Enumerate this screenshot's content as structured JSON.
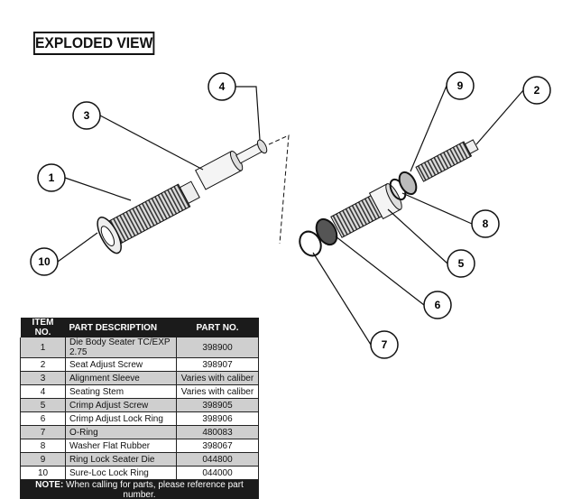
{
  "title": "EXPLODED VIEW",
  "callouts": [
    "1",
    "2",
    "3",
    "4",
    "5",
    "6",
    "7",
    "8",
    "9",
    "10"
  ],
  "table": {
    "headers": [
      "ITEM NO.",
      "PART DESCRIPTION",
      "PART NO."
    ],
    "rows": [
      [
        "1",
        "Die Body Seater TC/EXP 2.75",
        "398900"
      ],
      [
        "2",
        "Seat Adjust Screw",
        "398907"
      ],
      [
        "3",
        "Alignment Sleeve",
        "Varies with caliber"
      ],
      [
        "4",
        "Seating Stem",
        "Varies with caliber"
      ],
      [
        "5",
        "Crimp Adjust Screw",
        "398905"
      ],
      [
        "6",
        "Crimp Adjust Lock Ring",
        "398906"
      ],
      [
        "7",
        "O-Ring",
        "480083"
      ],
      [
        "8",
        "Washer Flat Rubber",
        "398067"
      ],
      [
        "9",
        "Ring Lock Seater Die",
        "044800"
      ],
      [
        "10",
        "Sure-Loc Lock Ring",
        "044000"
      ]
    ],
    "note_label": "NOTE:",
    "note_text": " When calling for parts, please reference part number."
  }
}
